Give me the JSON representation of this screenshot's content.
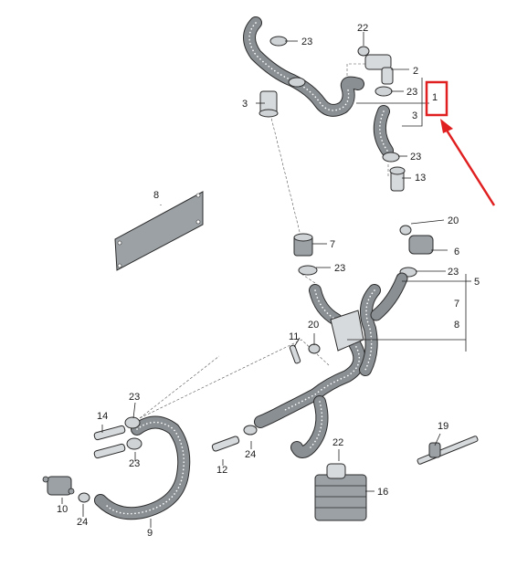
{
  "callouts": {
    "c1": "1",
    "c2": "2",
    "c3a": "3",
    "c3b": "3",
    "c5": "5",
    "c6": "6",
    "c7a": "7",
    "c7b": "7",
    "c8a": "8",
    "c8b": "8",
    "c9": "9",
    "c10": "10",
    "c11": "11",
    "c12": "12",
    "c13": "13",
    "c14": "14",
    "c16": "16",
    "c19": "19",
    "c20a": "20",
    "c20b": "20",
    "c22a": "22",
    "c22b": "22",
    "c23a": "23",
    "c23b": "23",
    "c23c": "23",
    "c23d": "23",
    "c23e": "23",
    "c23f": "23",
    "c23g": "23",
    "c24a": "24",
    "c24b": "24"
  },
  "highlight": {
    "color": "#e02020",
    "target_callout": "1"
  },
  "colors": {
    "hose": "#8a8f93",
    "outline": "#2b2b2b",
    "leader": "#222222"
  }
}
